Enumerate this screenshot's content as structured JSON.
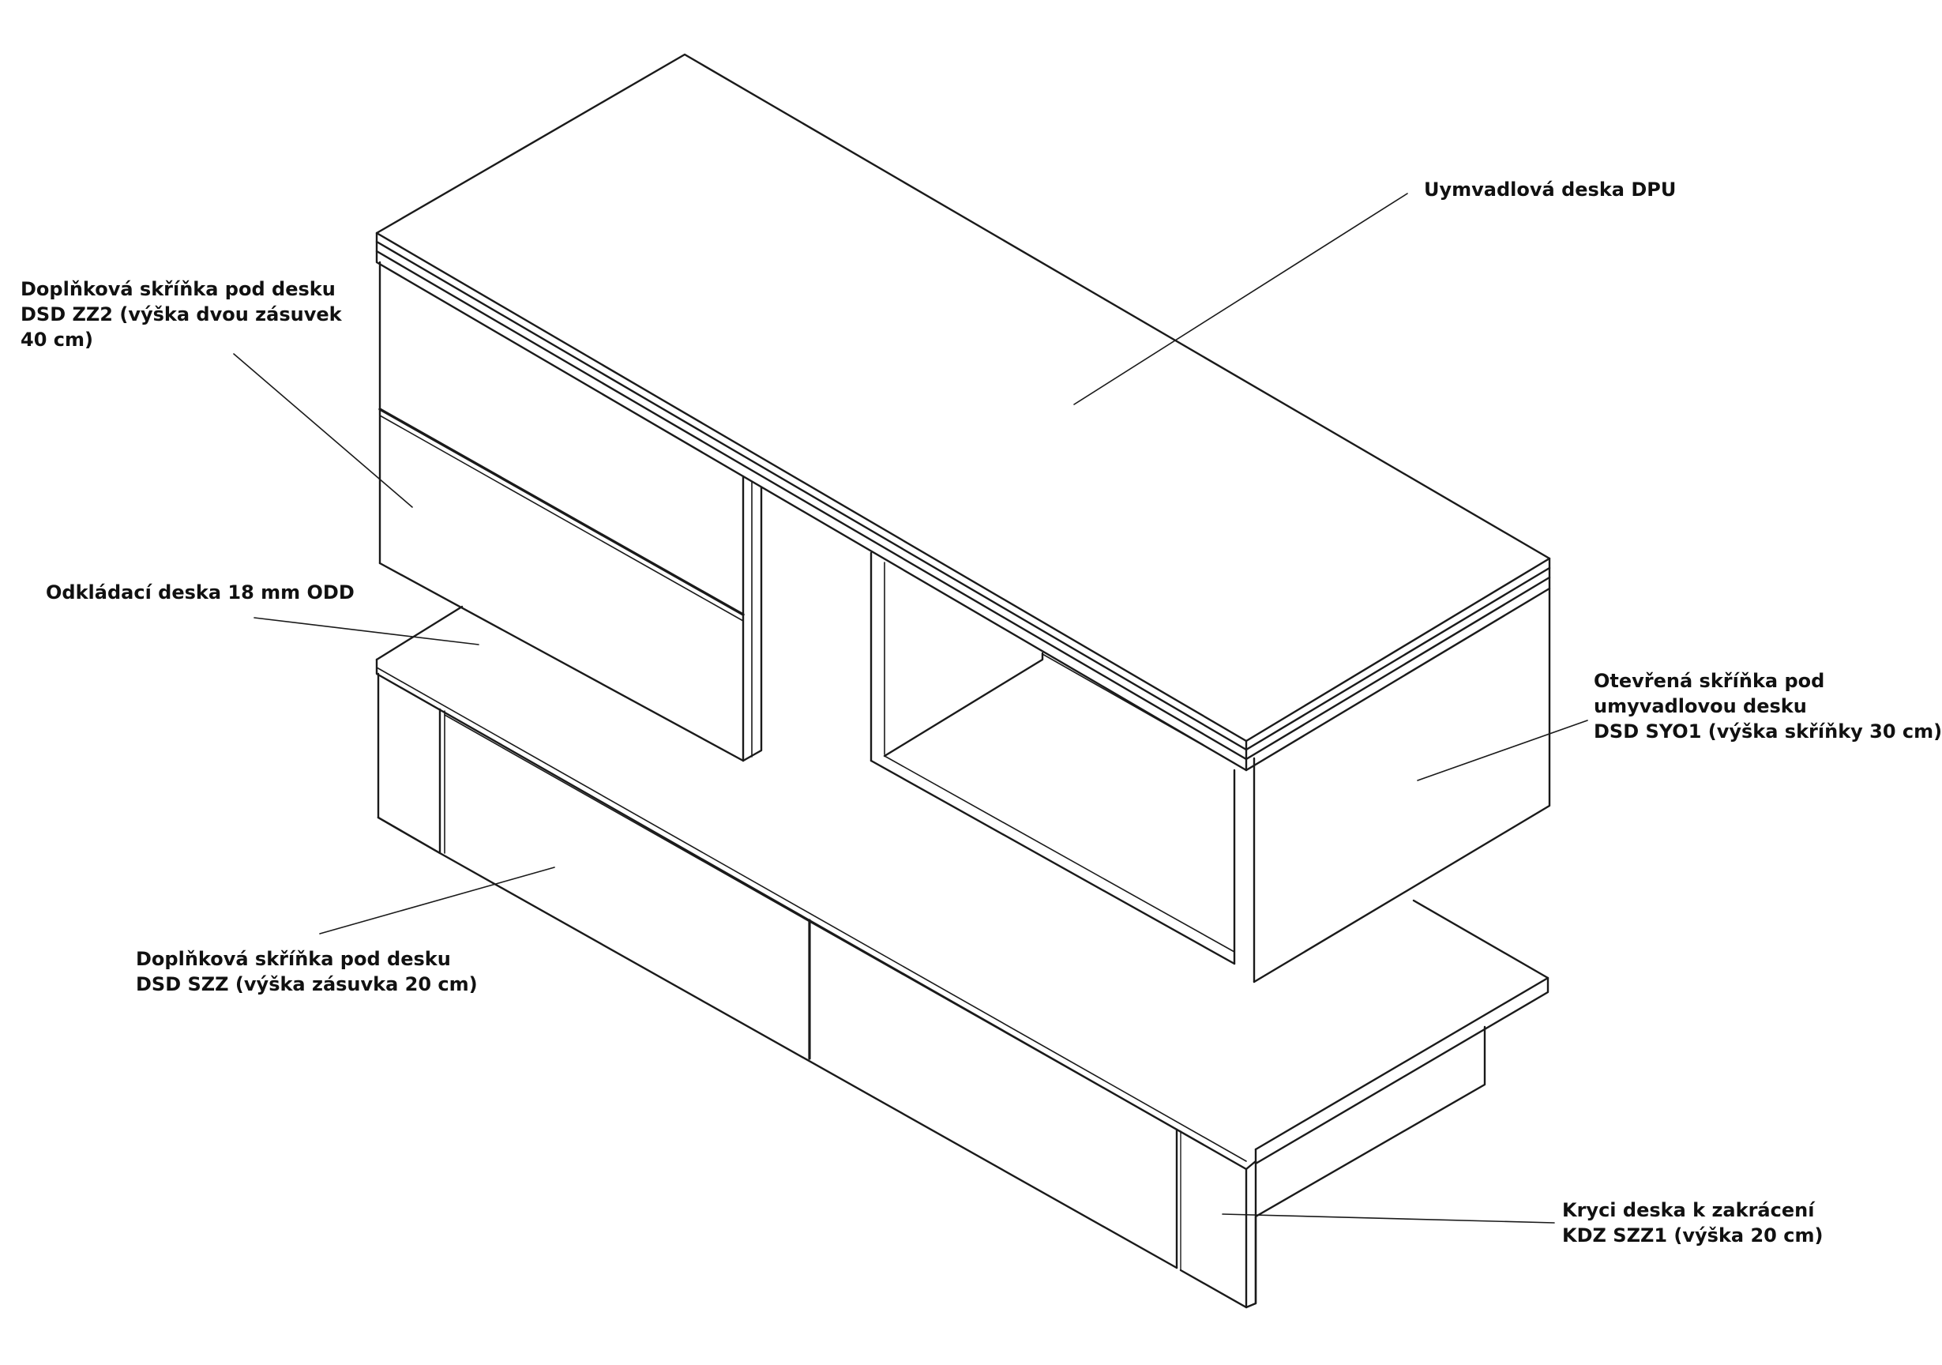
{
  "colors": {
    "line": "#1a1a1a",
    "background": "#ffffff",
    "text": "#111111"
  },
  "labels": {
    "dpu": {
      "lines": [
        "Uymvadlová deska DPU"
      ]
    },
    "zz2": {
      "lines": [
        "Doplňková skříňka pod desku",
        "DSD ZZ2 (výška dvou zásuvek",
        "40 cm)"
      ]
    },
    "odd": {
      "lines": [
        "Odkládací deska 18 mm ODD"
      ]
    },
    "syo1": {
      "lines": [
        "Otevřená skříňka pod",
        "umyvadlovou desku",
        "DSD SYO1 (výška skříňky 30 cm)"
      ]
    },
    "szz": {
      "lines": [
        "Doplňková skříňka pod desku",
        "DSD SZZ (výška zásuvka 20 cm)"
      ]
    },
    "kdz": {
      "lines": [
        "Kryci deska k zakrácení",
        "KDZ SZZ1 (výška 20 cm)"
      ]
    }
  }
}
